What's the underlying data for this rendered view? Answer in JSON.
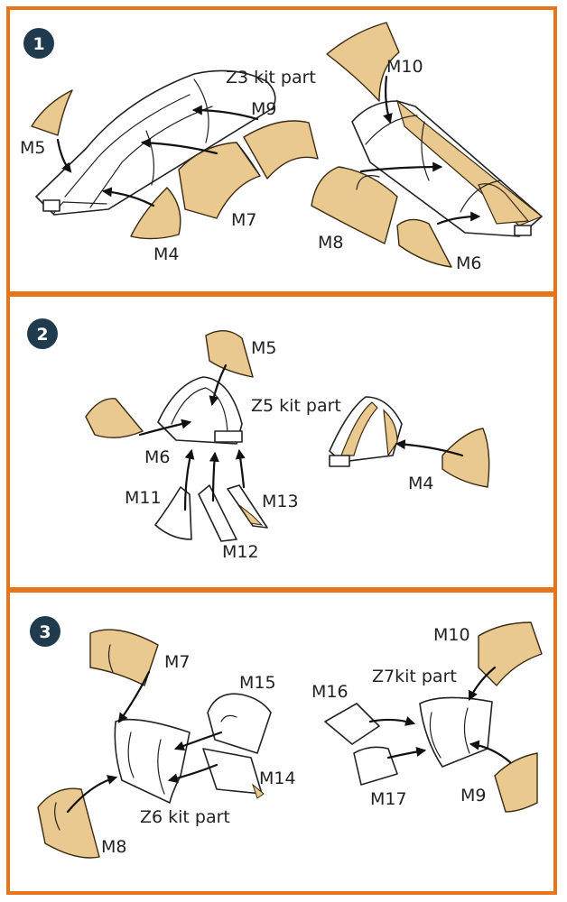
{
  "colors": {
    "border": "#E8751A",
    "mask": "#E9C98F",
    "badge": "#1F3B4D"
  },
  "panels": [
    {
      "number": "1",
      "labels": {
        "z3": "Z3 kit part",
        "m10": "M10",
        "m9": "M9",
        "m5": "M5",
        "m7": "M7",
        "m4": "M4",
        "m8": "M8",
        "m6": "M6"
      }
    },
    {
      "number": "2",
      "labels": {
        "m5": "M5",
        "z5": "Z5 kit part",
        "m6": "M6",
        "m4": "M4",
        "m11": "M11",
        "m12": "M12",
        "m13": "M13"
      }
    },
    {
      "number": "3",
      "labels": {
        "m7": "M7",
        "m15": "M15",
        "m10": "M10",
        "m16": "M16",
        "z7": "Z7kit part",
        "m14": "M14",
        "z6": "Z6 kit part",
        "m17": "M17",
        "m9": "M9",
        "m8": "M8"
      }
    }
  ]
}
